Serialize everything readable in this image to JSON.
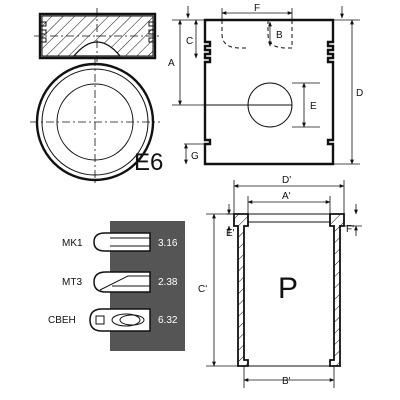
{
  "pistonView": {
    "modelLabel": "E6"
  },
  "blockDimensions": {
    "A": "A",
    "B": "B",
    "C": "C",
    "D": "D",
    "E": "E",
    "F": "F",
    "G": "G"
  },
  "linerDimensions": {
    "A": "A'",
    "B": "B'",
    "C": "C'",
    "D": "D'",
    "E": "E'",
    "F": "F'",
    "partLabel": "P"
  },
  "rings": [
    {
      "name": "MK1",
      "value": "3.16"
    },
    {
      "name": "MT3",
      "value": "2.38"
    },
    {
      "name": "CBEH",
      "value": "6.32"
    }
  ],
  "colors": {
    "ringPanel": "#555555",
    "line": "#111111"
  }
}
